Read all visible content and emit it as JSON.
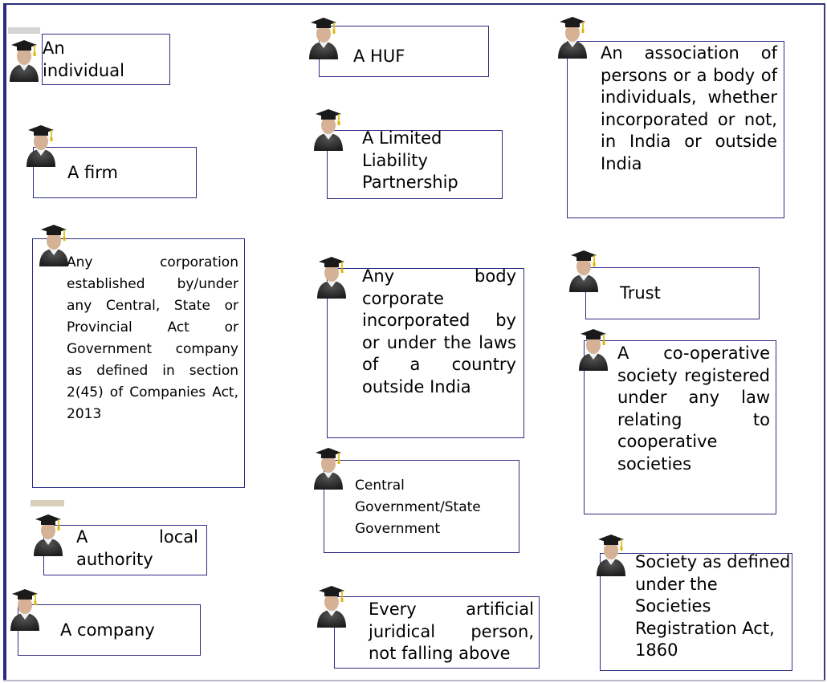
{
  "entities": [
    {
      "id": "individual",
      "label": "An individual"
    },
    {
      "id": "huf",
      "label": "A HUF"
    },
    {
      "id": "aop-boi",
      "label": "An association of persons or a body of individuals, whether incorporated or not, in India or outside India"
    },
    {
      "id": "firm",
      "label": "A firm"
    },
    {
      "id": "llp",
      "label": "A Limited Liability Partnership"
    },
    {
      "id": "corporation",
      "label": "Any corporation established by/under any Central, State or Provincial Act or Government company as defined in section 2(45) of Companies Act, 2013"
    },
    {
      "id": "foreign-body-corporate",
      "label": "Any body corporate incorporated by or under the laws of a country outside India"
    },
    {
      "id": "trust",
      "label": "Trust"
    },
    {
      "id": "cooperative",
      "label": "A co-operative society registered under any law relating to cooperative societies"
    },
    {
      "id": "government",
      "label": "Central Government/State Government"
    },
    {
      "id": "local-authority",
      "label": "A local authority"
    },
    {
      "id": "society",
      "label": "Society as defined under the Societies Registration Act, 1860"
    },
    {
      "id": "company",
      "label": "A company"
    },
    {
      "id": "artificial-person",
      "label": "Every artificial juridical person, not falling above"
    }
  ],
  "colors": {
    "frame": "#2a2a7e",
    "card_border": "#2c2c84",
    "text": "#000000",
    "cap": "#1a1a1a",
    "tassel": "#e0b600",
    "face": "#d5b195",
    "gown": "#1e1e1e"
  },
  "icon_name": "graduate-avatar-icon"
}
